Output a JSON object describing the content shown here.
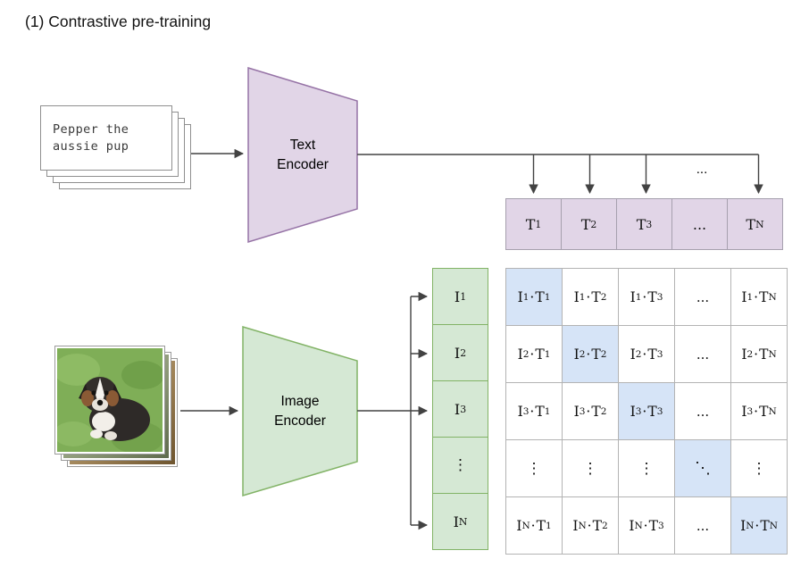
{
  "title": "(1) Contrastive pre-training",
  "text_stack": {
    "line1": "Pepper the",
    "line2": "aussie pup"
  },
  "text_encoder_label": {
    "line1": "Text",
    "line2": "Encoder"
  },
  "image_encoder_label": {
    "line1": "Image",
    "line2": "Encoder"
  },
  "top_ellipsis": "...",
  "i_symbol": "I",
  "t_symbol": "T",
  "dot": "·",
  "text_embeddings": [
    {
      "base": "T",
      "sub": "1"
    },
    {
      "base": "T",
      "sub": "2"
    },
    {
      "base": "T",
      "sub": "3"
    },
    {
      "base": "...",
      "sub": ""
    },
    {
      "base": "T",
      "sub": "N"
    }
  ],
  "image_embeddings": [
    {
      "base": "I",
      "sub": "1"
    },
    {
      "base": "I",
      "sub": "2"
    },
    {
      "base": "I",
      "sub": "3"
    },
    {
      "base": "⋮",
      "sub": ""
    },
    {
      "base": "I",
      "sub": "N"
    }
  ],
  "matrix": {
    "rows": [
      [
        {
          "i": "1",
          "t": "1",
          "hl": true
        },
        {
          "i": "1",
          "t": "2"
        },
        {
          "i": "1",
          "t": "3"
        },
        {
          "sym": "..."
        },
        {
          "i": "1",
          "t": "N"
        }
      ],
      [
        {
          "i": "2",
          "t": "1"
        },
        {
          "i": "2",
          "t": "2",
          "hl": true
        },
        {
          "i": "2",
          "t": "3"
        },
        {
          "sym": "..."
        },
        {
          "i": "2",
          "t": "N"
        }
      ],
      [
        {
          "i": "3",
          "t": "1"
        },
        {
          "i": "3",
          "t": "2"
        },
        {
          "i": "3",
          "t": "3",
          "hl": true
        },
        {
          "sym": "..."
        },
        {
          "i": "3",
          "t": "N"
        }
      ],
      [
        {
          "sym": "⋮"
        },
        {
          "sym": "⋮"
        },
        {
          "sym": "⋮"
        },
        {
          "sym": "⋱",
          "hl": true
        },
        {
          "sym": "⋮"
        }
      ],
      [
        {
          "i": "N",
          "t": "1"
        },
        {
          "i": "N",
          "t": "2"
        },
        {
          "i": "N",
          "t": "3"
        },
        {
          "sym": "..."
        },
        {
          "i": "N",
          "t": "N",
          "hl": true
        }
      ]
    ]
  },
  "colors": {
    "purple_fill": "#e1d5e7",
    "purple_stroke": "#9673a6",
    "green_fill": "#d5e8d4",
    "green_stroke": "#82b366",
    "highlight_blue": "#d6e4f7",
    "grid_stroke": "#b3b3b3",
    "arrow": "#424242"
  }
}
